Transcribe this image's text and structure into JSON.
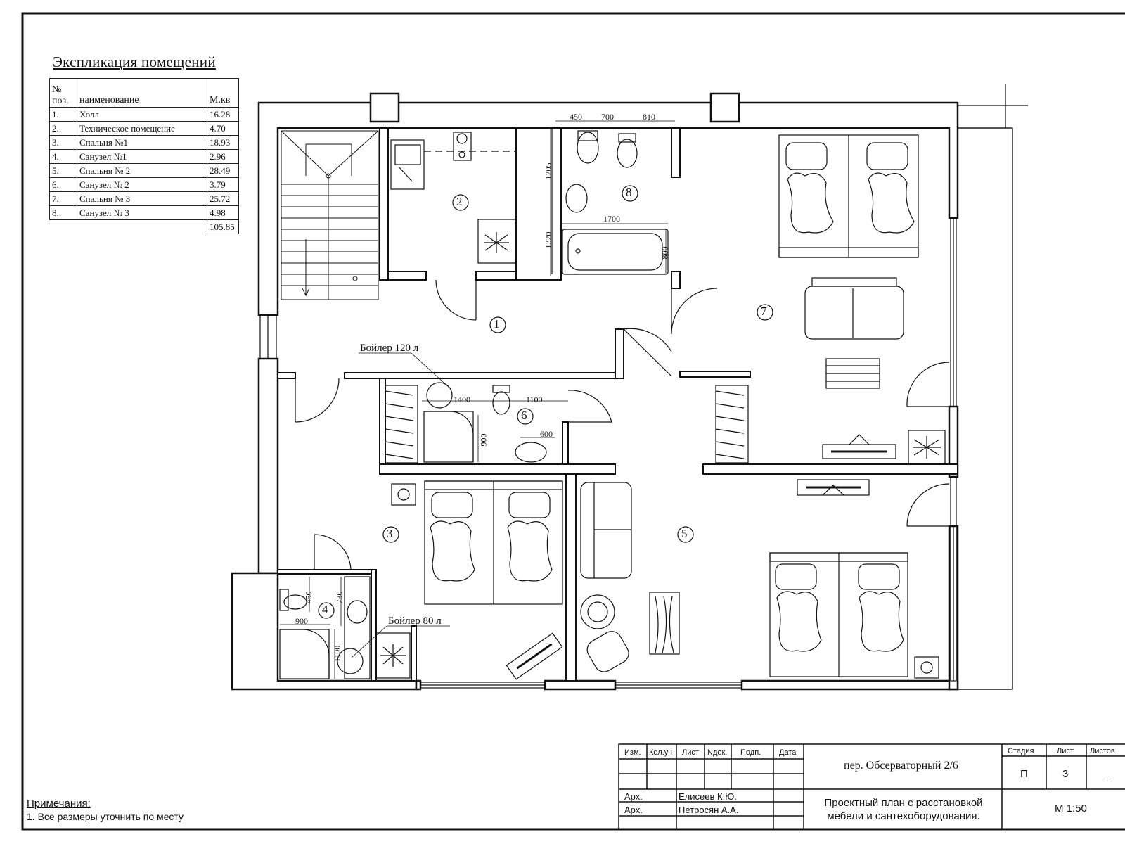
{
  "explication": {
    "title": "Экспликация помещений",
    "header": {
      "num": "№\nпоз.",
      "name": "наименование",
      "area": "М.кв"
    },
    "rows": [
      {
        "num": "1.",
        "name": "Холл",
        "area": "16.28"
      },
      {
        "num": "2.",
        "name": "Техническое помещение",
        "area": "4.70"
      },
      {
        "num": "3.",
        "name": "Спальня №1",
        "area": "18.93"
      },
      {
        "num": "4.",
        "name": "Санузел №1",
        "area": "2.96"
      },
      {
        "num": "5.",
        "name": "Спальня № 2",
        "area": "28.49"
      },
      {
        "num": "6.",
        "name": "Санузел № 2",
        "area": "3.79"
      },
      {
        "num": "7.",
        "name": "Спальня № 3",
        "area": "25.72"
      },
      {
        "num": "8.",
        "name": "Санузел № 3",
        "area": "4.98"
      }
    ],
    "total": "105.85"
  },
  "room_markers": [
    "1",
    "2",
    "3",
    "4",
    "5",
    "6",
    "7",
    "8"
  ],
  "plan_labels": {
    "boiler_120": "Бойлер 120 л",
    "boiler_80": "Бойлер 80 л"
  },
  "dimensions": {
    "bath8_top": [
      "450",
      "700",
      "810"
    ],
    "bath8_side": [
      "1205",
      "1320"
    ],
    "bath8_tub_len": "1700",
    "bath8_tub_w": "800",
    "bath6": [
      "1400",
      "1100",
      "900",
      "600"
    ],
    "bath4": [
      "450",
      "730",
      "900",
      "1100"
    ]
  },
  "notes": {
    "title": "Примечания:",
    "items": [
      "1. Все размеры уточнить по месту"
    ]
  },
  "title_block": {
    "cols": [
      "Изм.",
      "Кол.уч",
      "Лист",
      "Nдок.",
      "Подп.",
      "Дата"
    ],
    "roles": [
      {
        "role": "Арх.",
        "name": "Елисеев К.Ю."
      },
      {
        "role": "Арх.",
        "name": "Петросян А.А."
      }
    ],
    "address": "пер. Обсерваторный 2/6",
    "description": "Проектный план с расстановкой мебели и сантехоборудования.",
    "stage_label": "Стадия",
    "sheet_label": "Лист",
    "sheets_label": "Листов",
    "stage": "П",
    "sheet": "3",
    "sheets": "_",
    "scale": "М 1:50"
  }
}
